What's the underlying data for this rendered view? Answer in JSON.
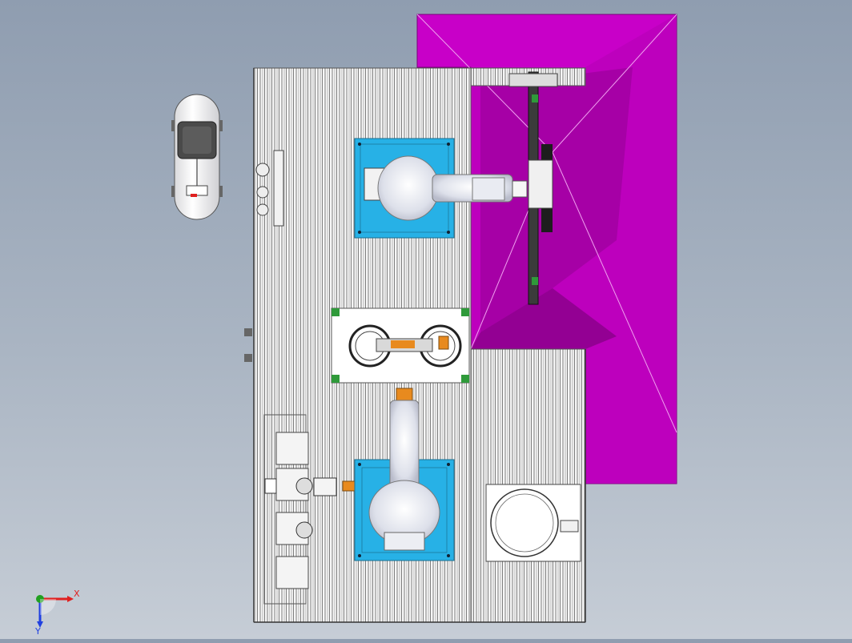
{
  "viewport": {
    "background_top": "#8f9db0",
    "background_bottom": "#c6cdd6"
  },
  "colors": {
    "frame": "#f4f4f4",
    "frame_line": "#6b6b6b",
    "enclosure": "#c800c8",
    "enclosure_dark": "#960096",
    "robot_base": "#27b1e6",
    "robot_body": "#e8eaf0",
    "accent_orange": "#e88a1e",
    "mount_green": "#2f9a3a"
  },
  "triad": {
    "x_label": "X",
    "y_label": "Y",
    "x_color": "#e02020",
    "y_color": "#2040e0",
    "z_color": "#20a020"
  },
  "components": {
    "robot_upper": "industrial-robot-arm",
    "robot_lower": "industrial-robot-arm",
    "turntable": "rotary-table",
    "enclosure": "painting-booth",
    "agv": "mobile-cart"
  }
}
